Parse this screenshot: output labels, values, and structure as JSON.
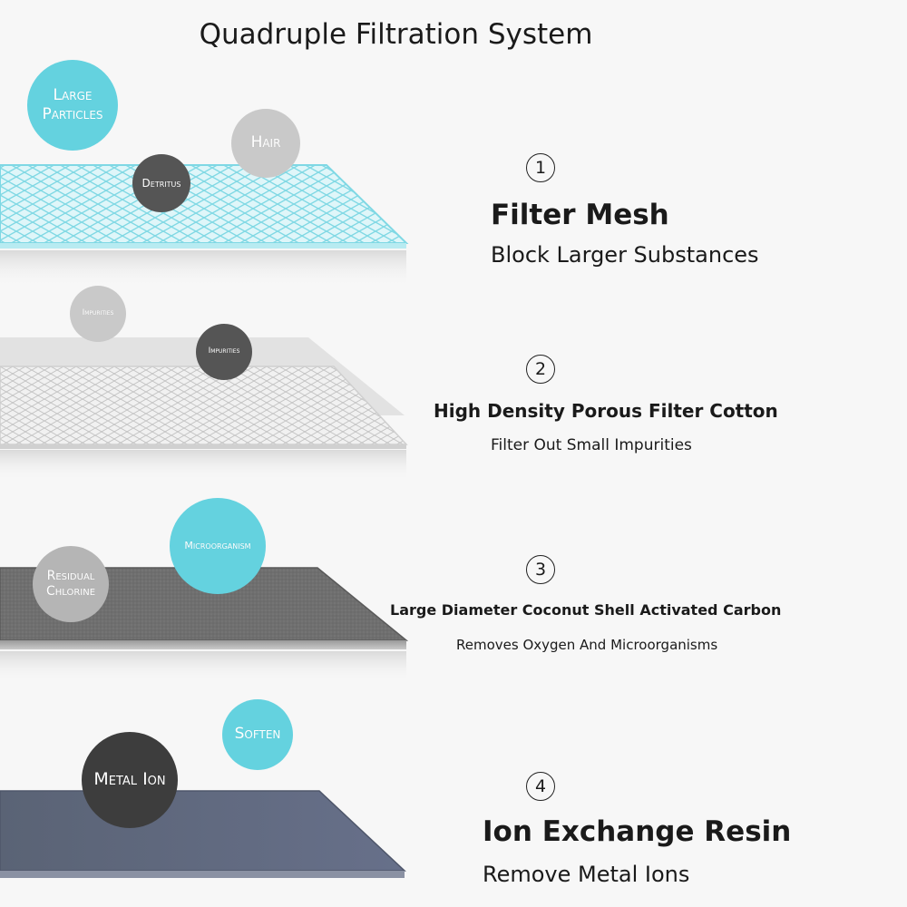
{
  "title": "Quadruple Filtration System",
  "colors": {
    "accent_cyan": "#64d2df",
    "layer1_mesh": "#7fd8e4",
    "layer2_cotton": "#d9d9d9",
    "layer3_carbon": "#6f6f6f",
    "layer4_resin": "#5d6577"
  },
  "layers": [
    {
      "number": "1",
      "name": "Filter Mesh",
      "description": "Block Larger Substances",
      "bubbles": [
        "Large\nParticles",
        "Hair",
        "Detritus"
      ]
    },
    {
      "number": "2",
      "name": "High Density Porous Filter Cotton",
      "description": "Filter Out Small Impurities",
      "bubbles": [
        "Impurities",
        "Impurities"
      ]
    },
    {
      "number": "3",
      "name": "Large Diameter Coconut Shell Activated Carbon",
      "description": "Removes Oxygen And Microorganisms",
      "bubbles": [
        "Microorganism",
        "Residual\nChlorine"
      ]
    },
    {
      "number": "4",
      "name": "Ion Exchange Resin",
      "description": "Remove Metal Ions",
      "bubbles": [
        "Soften",
        "Metal Ion"
      ]
    }
  ]
}
